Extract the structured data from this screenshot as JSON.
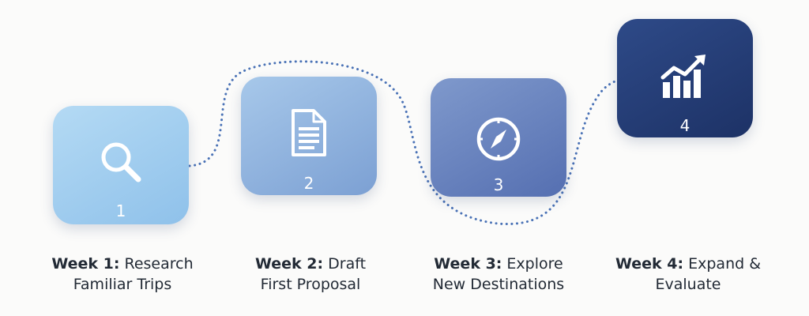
{
  "steps": [
    {
      "number": "1",
      "week": "Week 1:",
      "title_line1": " Research",
      "title_line2": "Familiar Trips",
      "icon": "magnifying-glass-icon"
    },
    {
      "number": "2",
      "week": "Week 2:",
      "title_line1": " Draft",
      "title_line2": "First Proposal",
      "icon": "document-icon"
    },
    {
      "number": "3",
      "week": "Week 3:",
      "title_line1": " Explore",
      "title_line2": "New Destinations",
      "icon": "compass-icon"
    },
    {
      "number": "4",
      "week": "Week 4:",
      "title_line1": " Expand &",
      "title_line2": "Evaluate",
      "icon": "growth-chart-icon"
    }
  ],
  "colors": {
    "tile_1": "#a3cff0",
    "tile_2": "#8fb4df",
    "tile_3": "#6b85c0",
    "tile_4": "#253d77",
    "connector": "#4a72b6"
  }
}
